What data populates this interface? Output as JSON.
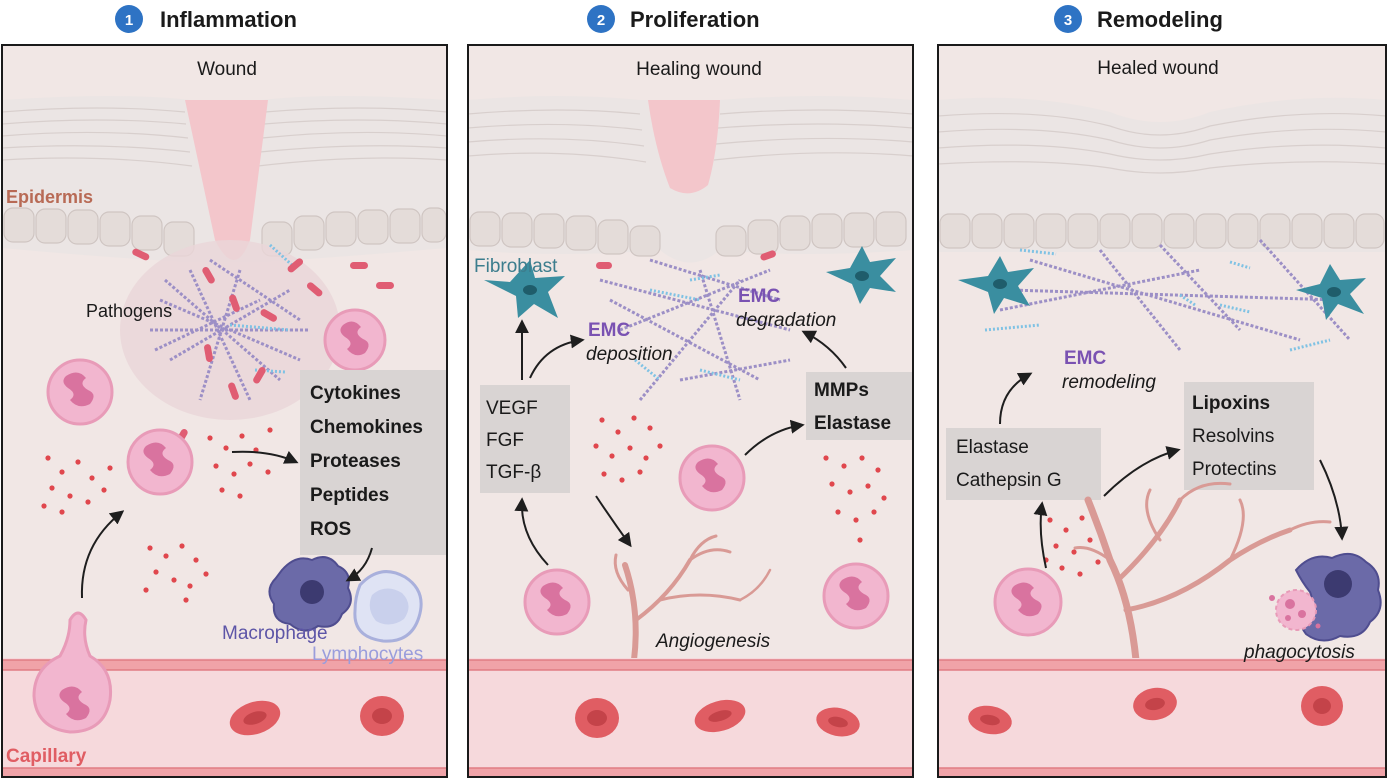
{
  "colors": {
    "panel_bg": "#f1e7e5",
    "skin": "#ece5e4",
    "wound": "#f3c6cb",
    "cell_membrane": "#e89bb8",
    "cell_fill": "#f2b6cf",
    "nucleus": "#d9739f",
    "rbc": "#e05d63",
    "dot": "#e0474d",
    "collagen": "#9c8fc6",
    "collagen_light": "#7fc2e4",
    "fibroblast": "#3a8ea0",
    "macrophage": "#6b6aa8",
    "lymphocyte": "#c9d0ec",
    "label_box": "#d9d4d3",
    "badge": "#2e73c4",
    "epidermis_label": "#b86a55",
    "capillary_label": "#e05d63",
    "emc_label": "#7a52b2",
    "fibroblast_label": "#3c7d8d",
    "macrophage_label": "#5d55a7",
    "lymphocyte_label": "#9a9ddc"
  },
  "stages": [
    {
      "number": "1",
      "title": "Inflammation",
      "wound_label": "Wound"
    },
    {
      "number": "2",
      "title": "Proliferation",
      "wound_label": "Healing wound"
    },
    {
      "number": "3",
      "title": "Remodeling",
      "wound_label": "Healed wound"
    }
  ],
  "panel1": {
    "epidermis": "Epidermis",
    "pathogens": "Pathogens",
    "mediators": [
      "Cytokines",
      "Chemokines",
      "Proteases",
      "Peptides",
      "ROS"
    ],
    "macrophage": "Macrophage",
    "lymphocytes": "Lymphocytes",
    "capillary": "Capillary"
  },
  "panel2": {
    "fibroblast": "Fibroblast",
    "emc1": "EMC",
    "deposition": "deposition",
    "emc2": "EMC",
    "degradation": "degradation",
    "growth_factors": [
      "VEGF",
      "FGF",
      "TGF-β"
    ],
    "enzymes": [
      "MMPs",
      "Elastase"
    ],
    "angiogenesis": "Angiogenesis"
  },
  "panel3": {
    "emc": "EMC",
    "remodeling": "remodeling",
    "enzymes": [
      "Elastase",
      "Cathepsin G"
    ],
    "resolvers": [
      "Lipoxins",
      "Resolvins",
      "Protectins"
    ],
    "phagocytosis": "phagocytosis"
  }
}
